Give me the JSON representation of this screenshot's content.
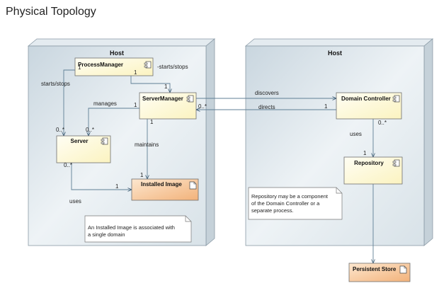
{
  "title": "Physical Topology",
  "nodes": {
    "host_left": "Host",
    "host_right": "Host"
  },
  "components": {
    "process_manager": "ProcessManager",
    "server_manager": "ServerManager",
    "server": "Server",
    "installed_image": "Installed Image",
    "domain_controller": "Domain Controller",
    "repository": "Repository",
    "persistent_store": "Persistent Store"
  },
  "connections": {
    "starts_stops_left": "starts/stops",
    "starts_stops_right": "-starts/stops",
    "manages": "manages",
    "maintains": "maintains",
    "uses_server": "uses",
    "discovers": "discovers",
    "directs": "directs",
    "uses_dc": "uses"
  },
  "multiplicities": {
    "pm_left": "1",
    "pm_right": "1",
    "sm_top": "1",
    "manages_sm": "1",
    "server_pm": "0..*",
    "server_sm": "0..*",
    "sm_maintains": "1",
    "ii_maintains": "1",
    "server_uses": "0..*",
    "ii_uses": "1",
    "sm_dc": "0..*",
    "dc_directs": "1",
    "dc_uses": "0..*",
    "repo_uses": "1"
  },
  "notes": {
    "installed_image_note_line1": "An Installed Image is associated with",
    "installed_image_note_line2": "a single domain",
    "repository_note_line1": "Repository may be a component",
    "repository_note_line2": "of the Domain Controller or a",
    "repository_note_line3": "separate process."
  },
  "colors": {
    "node_fill": "#dfe8ee",
    "node_side": "#c8d4dc",
    "component_fill": "#fffde8",
    "artifact_fill": "#f6c99a",
    "line": "#5f7f95"
  }
}
